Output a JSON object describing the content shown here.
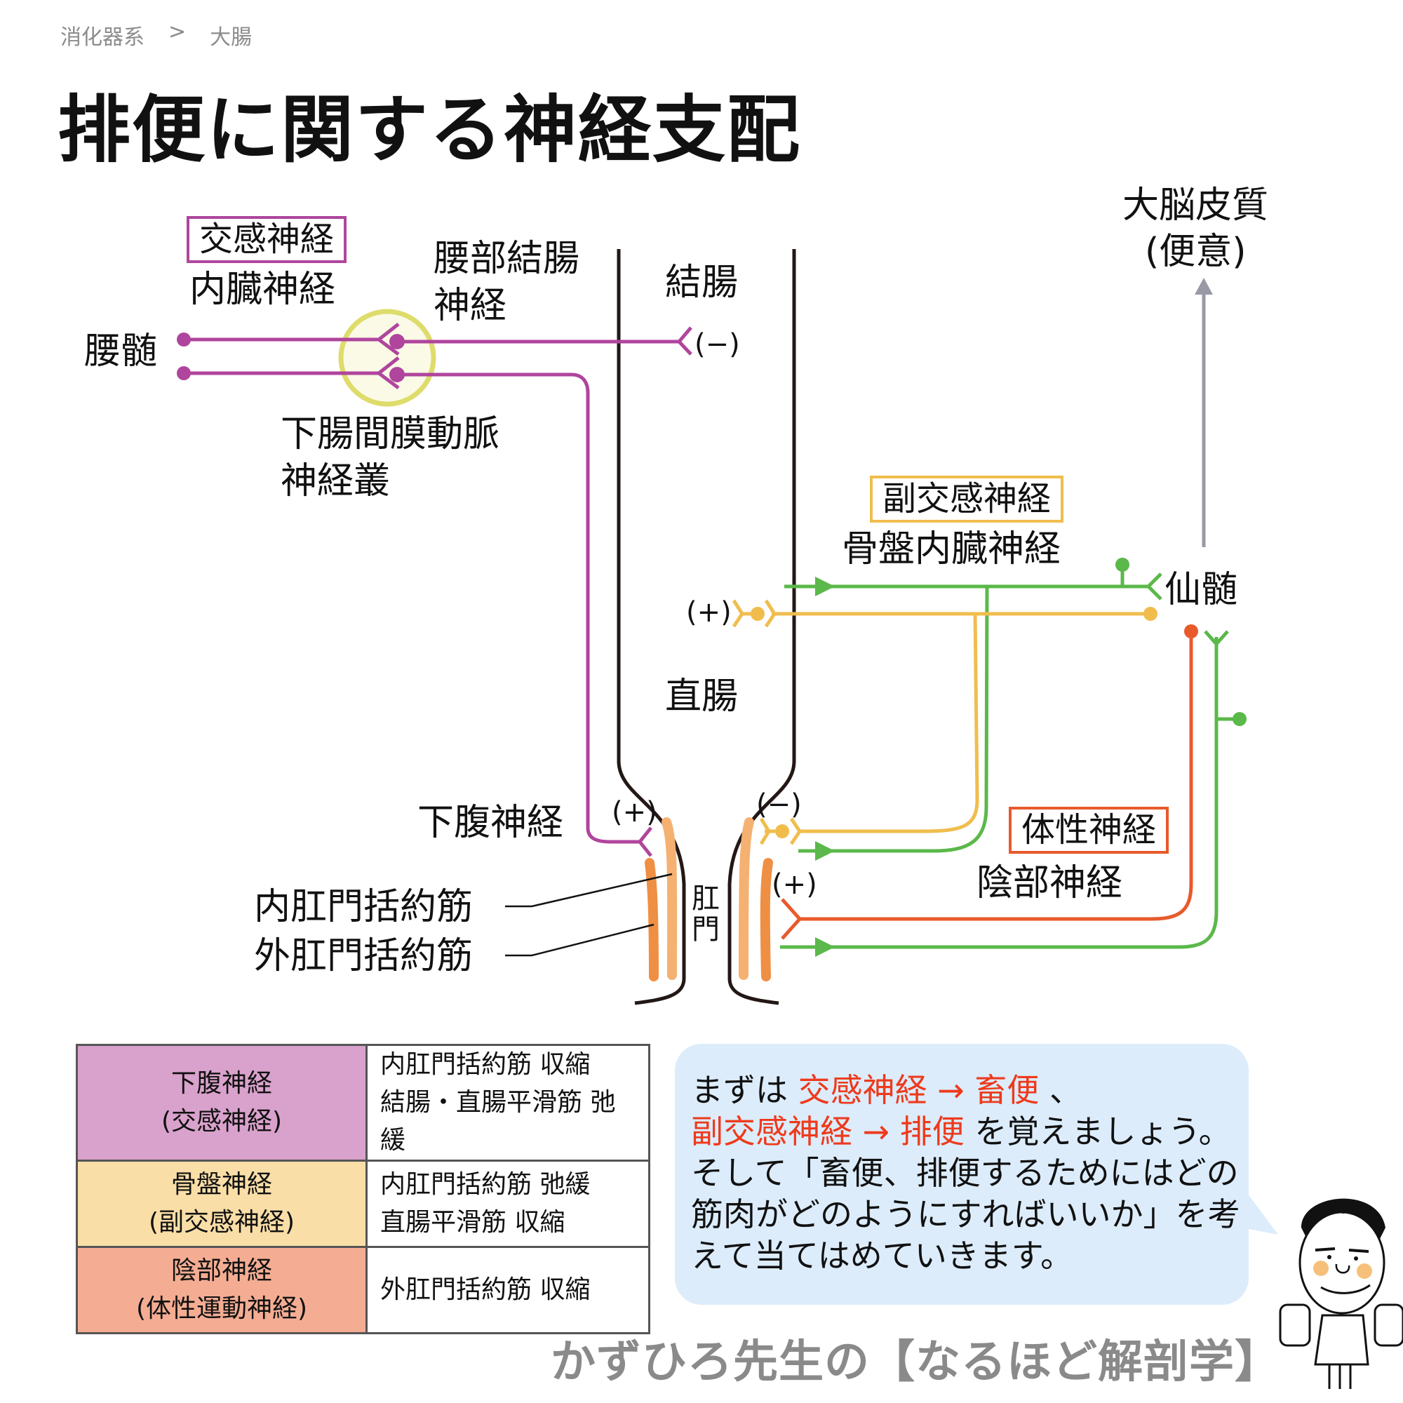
{
  "breadcrumb": {
    "items": [
      "消化器系",
      "大腸"
    ],
    "separator": ">"
  },
  "title": "排便に関する神経支配",
  "colors": {
    "sympathetic": "#b0459d",
    "parasympathetic_inhibit": "#f0bd4d",
    "parasympathetic_excite": "#5bb84a",
    "somatic": "#e85a2c",
    "sensory_arrow": "#9a9aa6",
    "ganglion_fill": "#fafae6",
    "ganglion_stroke": "#dedc6b",
    "internal_sphincter": "#f5b172",
    "external_sphincter": "#ef8f44",
    "gut_wall": "#231815",
    "table_sympathetic": "#d9a2cc",
    "table_parasympathetic": "#f9dea7",
    "table_somatic": "#f4ad93",
    "bubble": "#dcecfb",
    "highlight": "#ee3a1c"
  },
  "diagram": {
    "sympathetic": {
      "tag": "交感神経",
      "name": "内臓神経",
      "origin": "腰髄",
      "ganglion": [
        "下腸間膜動脈",
        "神経叢"
      ],
      "colon_nerve": [
        "腰部結腸",
        "神経"
      ],
      "hypogastric": "下腹神経",
      "colon_effect": "(−)",
      "sphincter_effect": "(+)"
    },
    "parasympathetic": {
      "tag": "副交感神経",
      "name": "骨盤内臓神経",
      "origin": "仙髄",
      "rectum_effect": "(+)",
      "sphincter_effect": "(−)"
    },
    "somatic": {
      "tag": "体性神経",
      "name": "陰部神経",
      "sphincter_effect": "(+)"
    },
    "cortex": [
      "大脳皮質",
      "(便意)"
    ],
    "organs": {
      "colon": "結腸",
      "rectum": "直腸",
      "anus": [
        "肛",
        "門"
      ]
    },
    "sphincters": {
      "internal": "内肛門括約筋",
      "external": "外肛門括約筋"
    }
  },
  "table": {
    "rows": [
      {
        "nerve": [
          "下腹神経",
          "(交感神経)"
        ],
        "effects": [
          "内肛門括約筋 収縮",
          "結腸・直腸平滑筋 弛緩"
        ]
      },
      {
        "nerve": [
          "骨盤神経",
          "(副交感神経)"
        ],
        "effects": [
          "内肛門括約筋 弛緩",
          "直腸平滑筋 収縮"
        ]
      },
      {
        "nerve": [
          "陰部神経",
          "(体性運動神経)"
        ],
        "effects": [
          "外肛門括約筋 収縮"
        ]
      }
    ]
  },
  "bubble": {
    "line1": {
      "pre": "まずは ",
      "hl": "交感神経 → 畜便",
      "post": " 、"
    },
    "line2": {
      "hl": "副交感神経 → 排便",
      "post": " を覚えましょう。"
    },
    "line3": "そして「畜便、排便するためにはどの",
    "line4": "筋肉がどのようにすればいいか」を考",
    "line5": "えて当てはめていきます。"
  },
  "footer": "かずひろ先生の【なるほど解剖学】"
}
